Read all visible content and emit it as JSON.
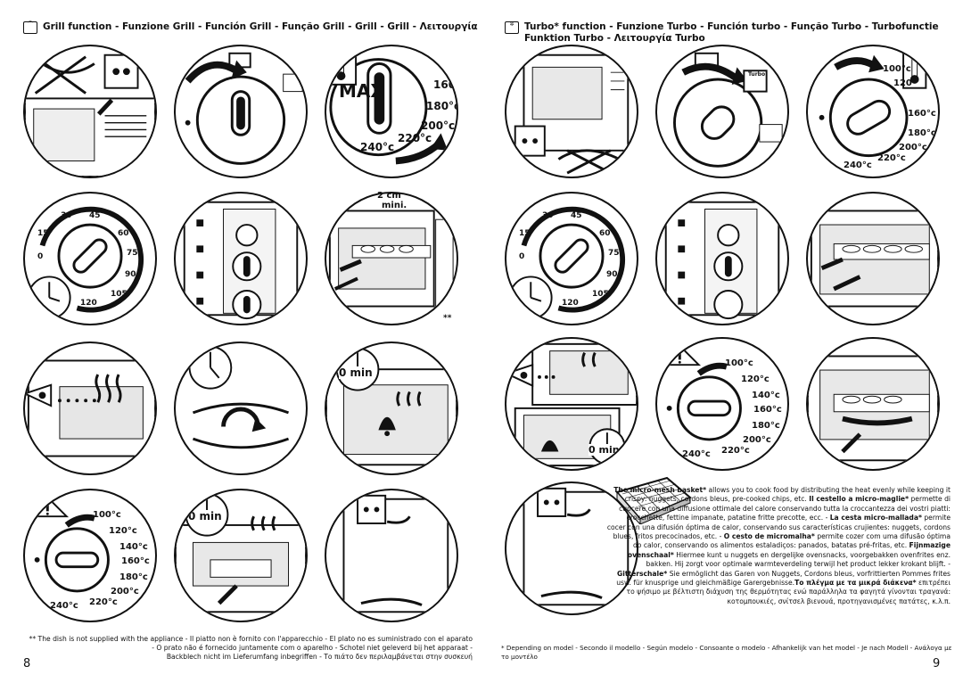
{
  "left": {
    "header": "Grill function - Funzione Grill - Función Grill - Função Grill - Grill - Grill - Λειτουργία",
    "page_number": "8",
    "labels": {
      "max": "MAX",
      "t160": "160",
      "t180": "180°c",
      "t200": "200°c",
      "t220": "220°c",
      "t240": "240°c",
      "cm": "2 cm",
      "mini": "mini.",
      "min0a": "0 min",
      "min0b": "0 min",
      "stars": "**",
      "d100": "100°c",
      "d120": "120°c",
      "d140": "140°c",
      "d160": "160°c",
      "d180": "180°c",
      "d200": "200°c",
      "d220": "220°c",
      "d240": "240°c",
      "timer": [
        "30",
        "45",
        "15",
        "60",
        "0",
        "75",
        "90",
        "105",
        "120"
      ]
    },
    "footnote": [
      "** The dish is not supplied with the appliance - Il piatto non è fornito con l'apparecchio - El plato no es suministrado con el aparato",
      "- O prato não é fornecido juntamente com o aparelho - Schotel niet geleverd bij het apparaat -",
      "Backblech nicht im Lieferumfang inbegriffen - Το πιάτο δεν περιλαμβάνεται στην συσκευή"
    ]
  },
  "right": {
    "header_line1": "Turbo* function - Funzione Turbo - Función turbo - Função Turbo - Turbofunctie",
    "header_line2": "Funktion Turbo - Λειτουργία Turbo",
    "page_number": "9",
    "labels": {
      "turbo": "Turbo",
      "star": "*",
      "t100": "100°c",
      "t120": "120",
      "t160": "160°c",
      "t180": "180°c",
      "t200": "200°c",
      "t220": "220°c",
      "t240": "240°c",
      "min0": "0 min",
      "d100": "100°c",
      "d120": "120°c",
      "d140": "140°c",
      "d160": "160°c",
      "d180": "180°c",
      "d200": "200°c",
      "d220": "220°c",
      "d240": "240°c",
      "timer": [
        "30",
        "45",
        "15",
        "60",
        "0",
        "75",
        "90",
        "105",
        "120"
      ]
    },
    "basket": {
      "p1_bold": "The micro-mesh basket*",
      "p1": " allows you to cook food by distributing the heat evenly while keeping it crispy: nuggets, cordons bleus, pre-cooked chips, etc.",
      "p2_bold": "Il cestello a micro-maglie*",
      "p2": " permette di cuocere con una diffusione ottimale del calore conservando tutta la croccantezza dei vostri piatti: crocchette, fettine impanate, patatine fritte precotte, ecc. - ",
      "p3_bold": "La cesta micro-mallada*",
      "p3": " permite cocer con una difusión óptima de calor, conservando sus características crujientes: nuggets, cordons blues, fritos precocinados, etc. - ",
      "p4_bold": "O cesto de micromalha*",
      "p4": " permite cozer com uma difusão óptima do calor, conservando os alimentos estaladiços: panados, batatas pré-fritas, etc.",
      "p5_bold": "Fijnmazige ovenschaal*",
      "p5": " Hiermee kunt u nuggets en dergelijke ovensnacks, voorgebakken ovenfrites enz. bakken. Hij zorgt voor optimale warmteverdeling terwijl het product lekker krokant blijft. - ",
      "p6_bold": "Gitterschale*",
      "p6": " Sie ermöglicht das Garen von Nuggets, Cordons bleus, vorfrittierten Pommes frites usw. für knusprige und gleichmäßige Garergebnisse.",
      "p7_bold": "Το πλέγμα με τα μικρά διάκενα*",
      "p7": " επιτρέπει το ψήσιμο με βέλτιστη διάχυση της θερμότητας ενώ παράλληλα τα φαγητά γίνονται τραγανά: κοτομπουκιές, σνίτσελ βιενουά, προτηγανισμένες πατάτες, κ.λ.π."
    },
    "footnote": "* Depending on model - Secondo il modello - Según modelo - Consoante o modelo - Afhankelijk van het model - Je nach Modell - Ανάλογα με το μοντέλο"
  }
}
